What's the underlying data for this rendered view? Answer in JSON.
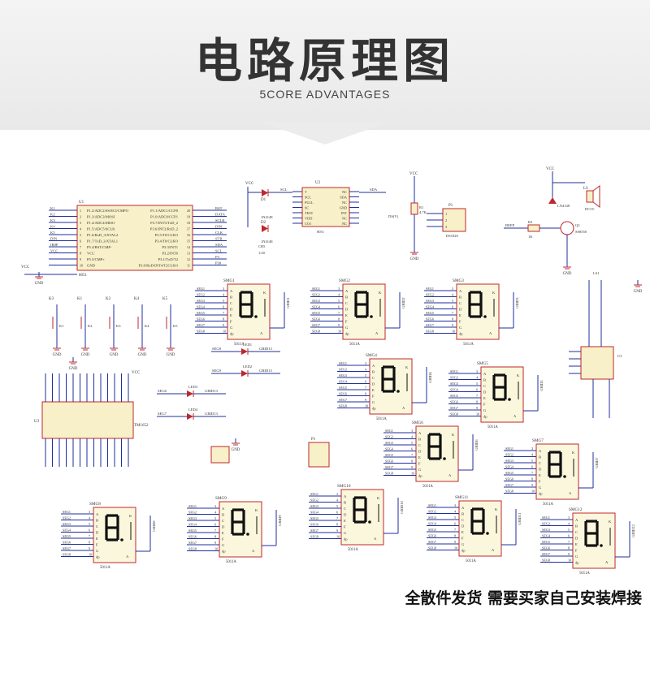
{
  "header": {
    "title": "电路原理图",
    "subtitle": "5CORE ADVANTAGES"
  },
  "footer": {
    "note": "全散件发货 需要买家自己安装焊接"
  },
  "schematic": {
    "mcu": {
      "ref": "U1",
      "part": "8051",
      "left_pins": [
        "P1.2/ADC2/SS/ECI/CMPO",
        "P1.3/ADC3/MOSI",
        "P1.4/ADC4/MISO",
        "P1.5/ADC5/SCLK",
        "P1.6/RxD_3/XTAL2",
        "P1.7/TxD_3/XTAL1",
        "P5.4/RST/CMP-",
        "VCC",
        "P5.5/CMP+",
        "GND"
      ],
      "right_pins": [
        "P1.1/ADC1/CCP0",
        "P1.0/ADC0/CCP1",
        "P3.7/INT3/TxD_2",
        "P3.6/INT2/RxD_2",
        "P3.5/T0/CLKO",
        "P3.4/T0/CLKO",
        "P3.3/INT1",
        "P3.2/INT0",
        "P3.1/TxD/T2",
        "P3.0/RxD/INT4/T2CLKO"
      ],
      "left_nets": [
        "K1",
        "K2",
        "K3",
        "K4",
        "K5",
        "DIN",
        "IR8P",
        "VCC",
        "",
        ""
      ],
      "right_nets": [
        "RST",
        "DATA",
        "SCLK",
        "DIN",
        "CLK",
        "STB",
        "SDA",
        "SCL",
        "P3",
        "P30"
      ]
    },
    "rtc": {
      "ref": "U2",
      "part": "8563",
      "pins_left": [
        "T",
        "SCL",
        "PULL",
        "SC",
        "TEST",
        "VDD",
        "CO1"
      ],
      "pins_right": [
        "NC",
        "SDA",
        "NC",
        "GND",
        "INT",
        "NC",
        "NC"
      ],
      "net_left": "SCL",
      "net_right": "SDA"
    },
    "diodes": [
      {
        "ref": "D1",
        "part": "1N4148"
      },
      {
        "ref": "D2",
        "part": "1N4148"
      }
    ],
    "cap": {
      "ref": "CR5",
      "value": "1/20"
    },
    "sensor": {
      "ref": "P1",
      "part": "DS1820",
      "resistor": "R1",
      "resistor_value": "4.7K",
      "net": "DS(V)"
    },
    "buzzer": {
      "ref": "LS",
      "label": "DC5V",
      "diode": "LN4148",
      "transistor": "Q3",
      "transistor_part": "SS8550",
      "resistor": "R2",
      "resistor_value": "1K",
      "net": "BEEP"
    },
    "buttons": [
      {
        "ref": "K3",
        "label": "K1"
      },
      {
        "ref": "K1",
        "label": "K2"
      },
      {
        "ref": "K2",
        "label": "K3"
      },
      {
        "ref": "K4",
        "label": "K4"
      },
      {
        "ref": "K5",
        "label": "K5"
      }
    ],
    "driver": {
      "ref": "U3",
      "part": "TM1652"
    },
    "leds": [
      {
        "ref": "LED1",
        "net": "GRID13",
        "seg": "SEG8"
      },
      {
        "ref": "LED2",
        "net": "GRID13",
        "seg": "SEG9"
      },
      {
        "ref": "LED3",
        "net": "GRID13",
        "seg": "SEG6"
      },
      {
        "ref": "LED4",
        "net": "GRID13",
        "seg": "SEG7"
      }
    ],
    "displays": [
      {
        "ref": "SMG1",
        "part": "5011A",
        "grid": "GRID1"
      },
      {
        "ref": "SMG2",
        "part": "5011A",
        "grid": "GRID2"
      },
      {
        "ref": "SMG3",
        "part": "5011A",
        "grid": "GRID3"
      },
      {
        "ref": "SMG4",
        "part": "5011A",
        "grid": "GRID4"
      },
      {
        "ref": "SMG5",
        "part": "5011A",
        "grid": "GRID5"
      },
      {
        "ref": "SMG6",
        "part": "5011A",
        "grid": "GRID6"
      },
      {
        "ref": "SMG7",
        "part": "5011A",
        "grid": "GRID7"
      },
      {
        "ref": "SMG8",
        "part": "5011A",
        "grid": "GRID8"
      },
      {
        "ref": "SMG9",
        "part": "5011A",
        "grid": "GRID9"
      },
      {
        "ref": "SMG10",
        "part": "5011A",
        "grid": "GRID10"
      },
      {
        "ref": "SMG11",
        "part": "5011A",
        "grid": "GRID11"
      },
      {
        "ref": "SMG12",
        "part": "5011A",
        "grid": "GRID12"
      }
    ],
    "segment_pins": [
      "A",
      "B",
      "C",
      "D",
      "E",
      "F",
      "G",
      "dp"
    ],
    "segment_nets": [
      "SEG1",
      "SEG2",
      "SEG3",
      "SEG4",
      "SEG5",
      "SEG6",
      "SEG7",
      "SEG8"
    ],
    "power": {
      "vcc": "VCC",
      "gnd": "GND"
    }
  },
  "colors": {
    "wire": "#1f2f9e",
    "part": "#c0272d",
    "fill": "#f7f0c8",
    "text": "#333333"
  }
}
